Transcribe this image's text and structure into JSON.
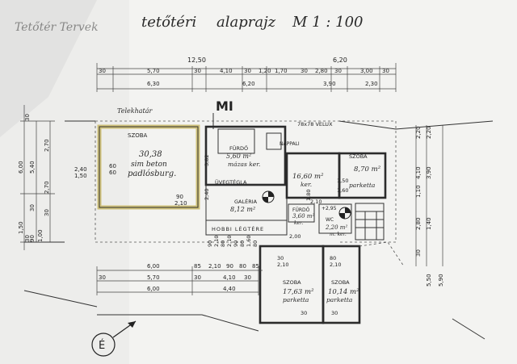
{
  "title": {
    "faded_prefix": "Tetőtér Tervek",
    "main": "tetőtéri",
    "plan": "alaprajz",
    "scale": "M 1 : 100"
  },
  "section_mark": "MI",
  "telek_label": "Telekhatár",
  "velux_label": "78x78 VELUX",
  "north_label": "É",
  "rooms": {
    "szoba1": {
      "name": "SZOBA",
      "area": "30,38",
      "floor1": "sim beton",
      "floor2": "padlósburg."
    },
    "furdo1": {
      "name": "FÜRDŐ",
      "area": "5,60 m²",
      "floor": "mázas ker."
    },
    "uveg": {
      "name": "ÜVEGTÉGLA"
    },
    "nappali": {
      "name": "NAPPALI",
      "area": "16,60 m²",
      "floor": "ker."
    },
    "szoba2": {
      "name": "SZOBA",
      "area": "8,70 m²",
      "floor": "parketta"
    },
    "galeria": {
      "name": "GALÉRIA",
      "area": "8,12 m²"
    },
    "furdo2": {
      "name": "FÜRDŐ",
      "area": "3,60 m²",
      "floor": "ker."
    },
    "wc": {
      "name": "WC",
      "area": "2,20 m²",
      "floor": "m. ker."
    },
    "legter": {
      "name": "HOBBI  LÉGTÉRE"
    },
    "szoba3": {
      "name": "SZOBA",
      "area": "17,63 m²",
      "floor": "parketta"
    },
    "szoba4": {
      "name": "SZOBA",
      "area": "10,14 m²",
      "floor": "parketta"
    }
  },
  "dims": {
    "top_total": "12,50",
    "top_right": "6,20",
    "top_row1": [
      "30",
      "5,70",
      "30",
      "4,10",
      "30",
      "1,20",
      "1,70",
      "30",
      "2,80",
      "30",
      "3,00",
      "30"
    ],
    "top_row2": [
      "6,30",
      "6,20",
      "3,90",
      "2,30"
    ],
    "left_col": [
      "30",
      "6,00",
      "5,40",
      "2,70",
      "2,40",
      "1,50",
      "2,70",
      "30",
      "1,50",
      "30",
      "90",
      "1,00",
      "30"
    ],
    "right_col": [
      "2,20",
      "2,20",
      "4,10",
      "3,90",
      "1,10",
      "2,80",
      "1,40",
      "30",
      "5,50",
      "5,90"
    ],
    "bottom_row1": [
      "6,00",
      "85",
      "2,10",
      "90",
      "80",
      "85"
    ],
    "bottom_row2": [
      "30",
      "5,70",
      "30",
      "4,10",
      "30"
    ],
    "bottom_row3": [
      "6,00",
      "4,40"
    ],
    "inner": [
      "2,40",
      "60",
      "90",
      "2,10",
      "3,82",
      "1,50",
      "1,60",
      "90",
      "2,10",
      "80",
      "2,10",
      "90",
      "80",
      "1,60",
      "80",
      "2,10",
      "1,80",
      "2,00",
      "+2,95",
      "30",
      "2,10",
      "80",
      "2,10",
      "30",
      "30"
    ]
  }
}
